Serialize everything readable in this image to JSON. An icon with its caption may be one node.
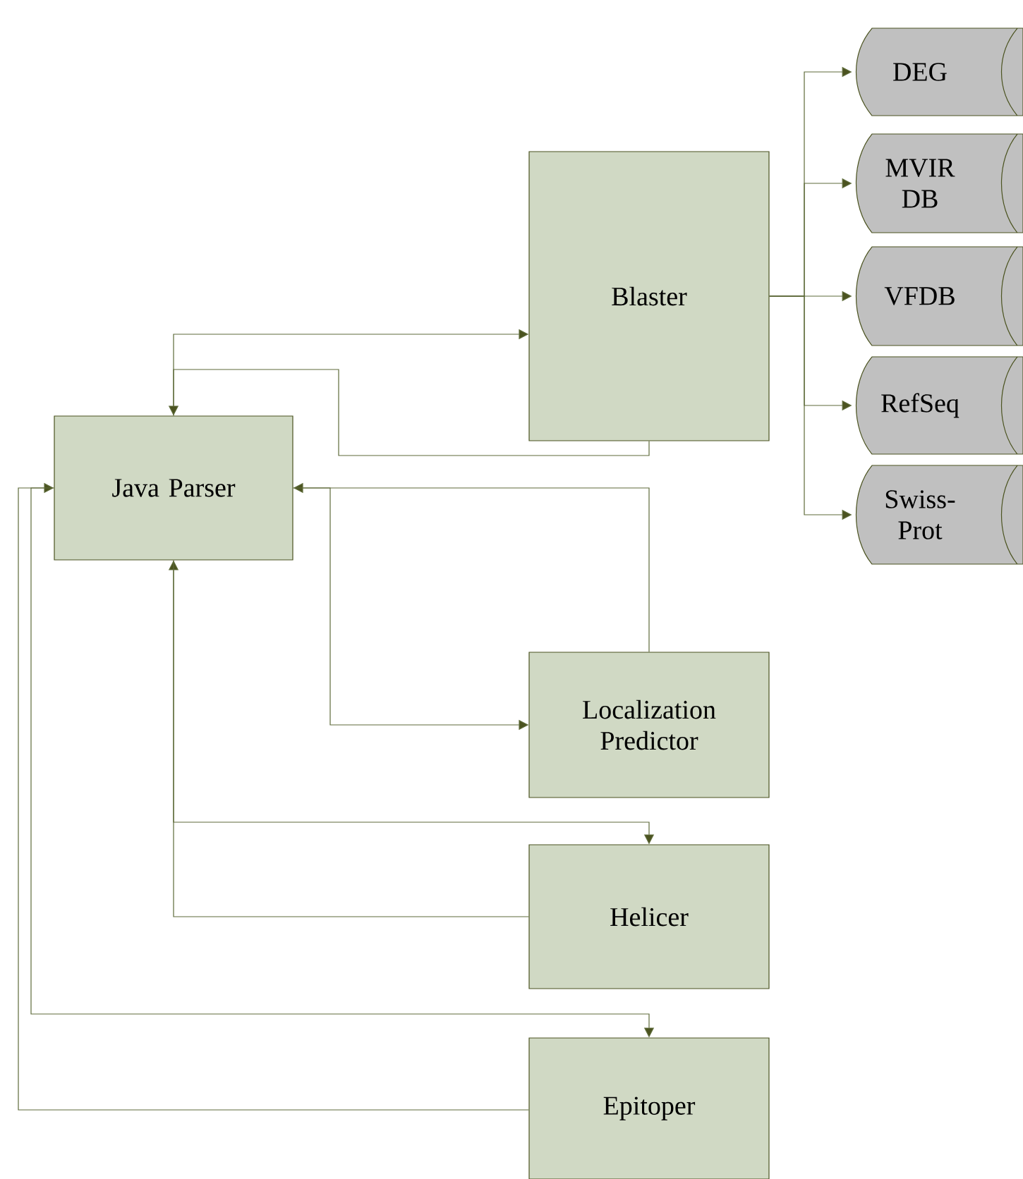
{
  "diagram": {
    "nodes": [
      {
        "text": [
          "Java Parser"
        ]
      },
      {
        "text": [
          "Blaster"
        ]
      },
      {
        "text": [
          "Localization Predictor"
        ]
      },
      {
        "text": [
          "Helicer"
        ]
      },
      {
        "text": [
          "Epitoper"
        ]
      },
      {
        "text": [
          "DEG"
        ]
      },
      {
        "text": [
          "MVIR DB"
        ]
      },
      {
        "text": [
          "VFDB"
        ]
      },
      {
        "text": [
          "RefSeq"
        ]
      },
      {
        "text": [
          "Swiss-Prot"
        ]
      }
    ],
    "edges": [
      {
        "from": 0,
        "to": 1,
        "arrow": "to"
      },
      {
        "from": 1,
        "to": 0,
        "arrow": "to"
      },
      {
        "from": 2,
        "to": 0,
        "arrow": "to"
      },
      {
        "from": 0,
        "to": 2,
        "arrow": "to"
      },
      {
        "from": 3,
        "to": 0,
        "arrow": "to"
      },
      {
        "from": 0,
        "to": 3,
        "arrow": "to"
      },
      {
        "from": 4,
        "to": 0,
        "arrow": "to"
      },
      {
        "from": 0,
        "to": 4,
        "arrow": "to"
      },
      {
        "from": 1,
        "to": 5,
        "arrow": "to"
      },
      {
        "from": 1,
        "to": 6,
        "arrow": "to"
      },
      {
        "from": 1,
        "to": 7,
        "arrow": "to"
      },
      {
        "from": 1,
        "to": 8,
        "arrow": "to"
      },
      {
        "from": 1,
        "to": 9,
        "arrow": "to"
      }
    ]
  }
}
